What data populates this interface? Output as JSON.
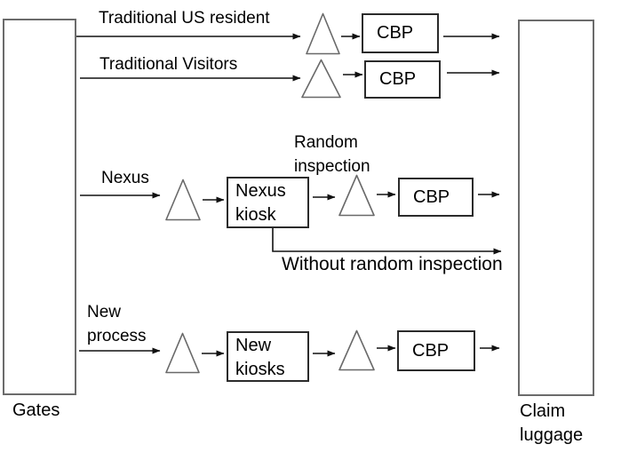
{
  "colors": {
    "background": "#ffffff",
    "text": "#000000",
    "connector": "#111111",
    "queue_triangle_outline": "#696969",
    "station_border": "#2b2b2b",
    "terminal_border": "#6b6b6b"
  },
  "terminals": {
    "gates": {
      "label": "Gates"
    },
    "claim_luggage": {
      "label": "Claim\nluggage"
    }
  },
  "flows": {
    "traditional_us_resident": {
      "label": "Traditional US resident",
      "cbp_label": "CBP"
    },
    "traditional_visitors": {
      "label": "Traditional Visitors",
      "cbp_label": "CBP"
    },
    "nexus": {
      "label": "Nexus",
      "kiosk_label": "Nexus\nkiosk",
      "random_inspection_label": "Random\ninspection",
      "cbp_label": "CBP",
      "without_random_inspection_label": "Without random inspection"
    },
    "new_process": {
      "label": "New\nprocess",
      "kiosk_label": "New\nkiosks",
      "cbp_label": "CBP"
    }
  }
}
